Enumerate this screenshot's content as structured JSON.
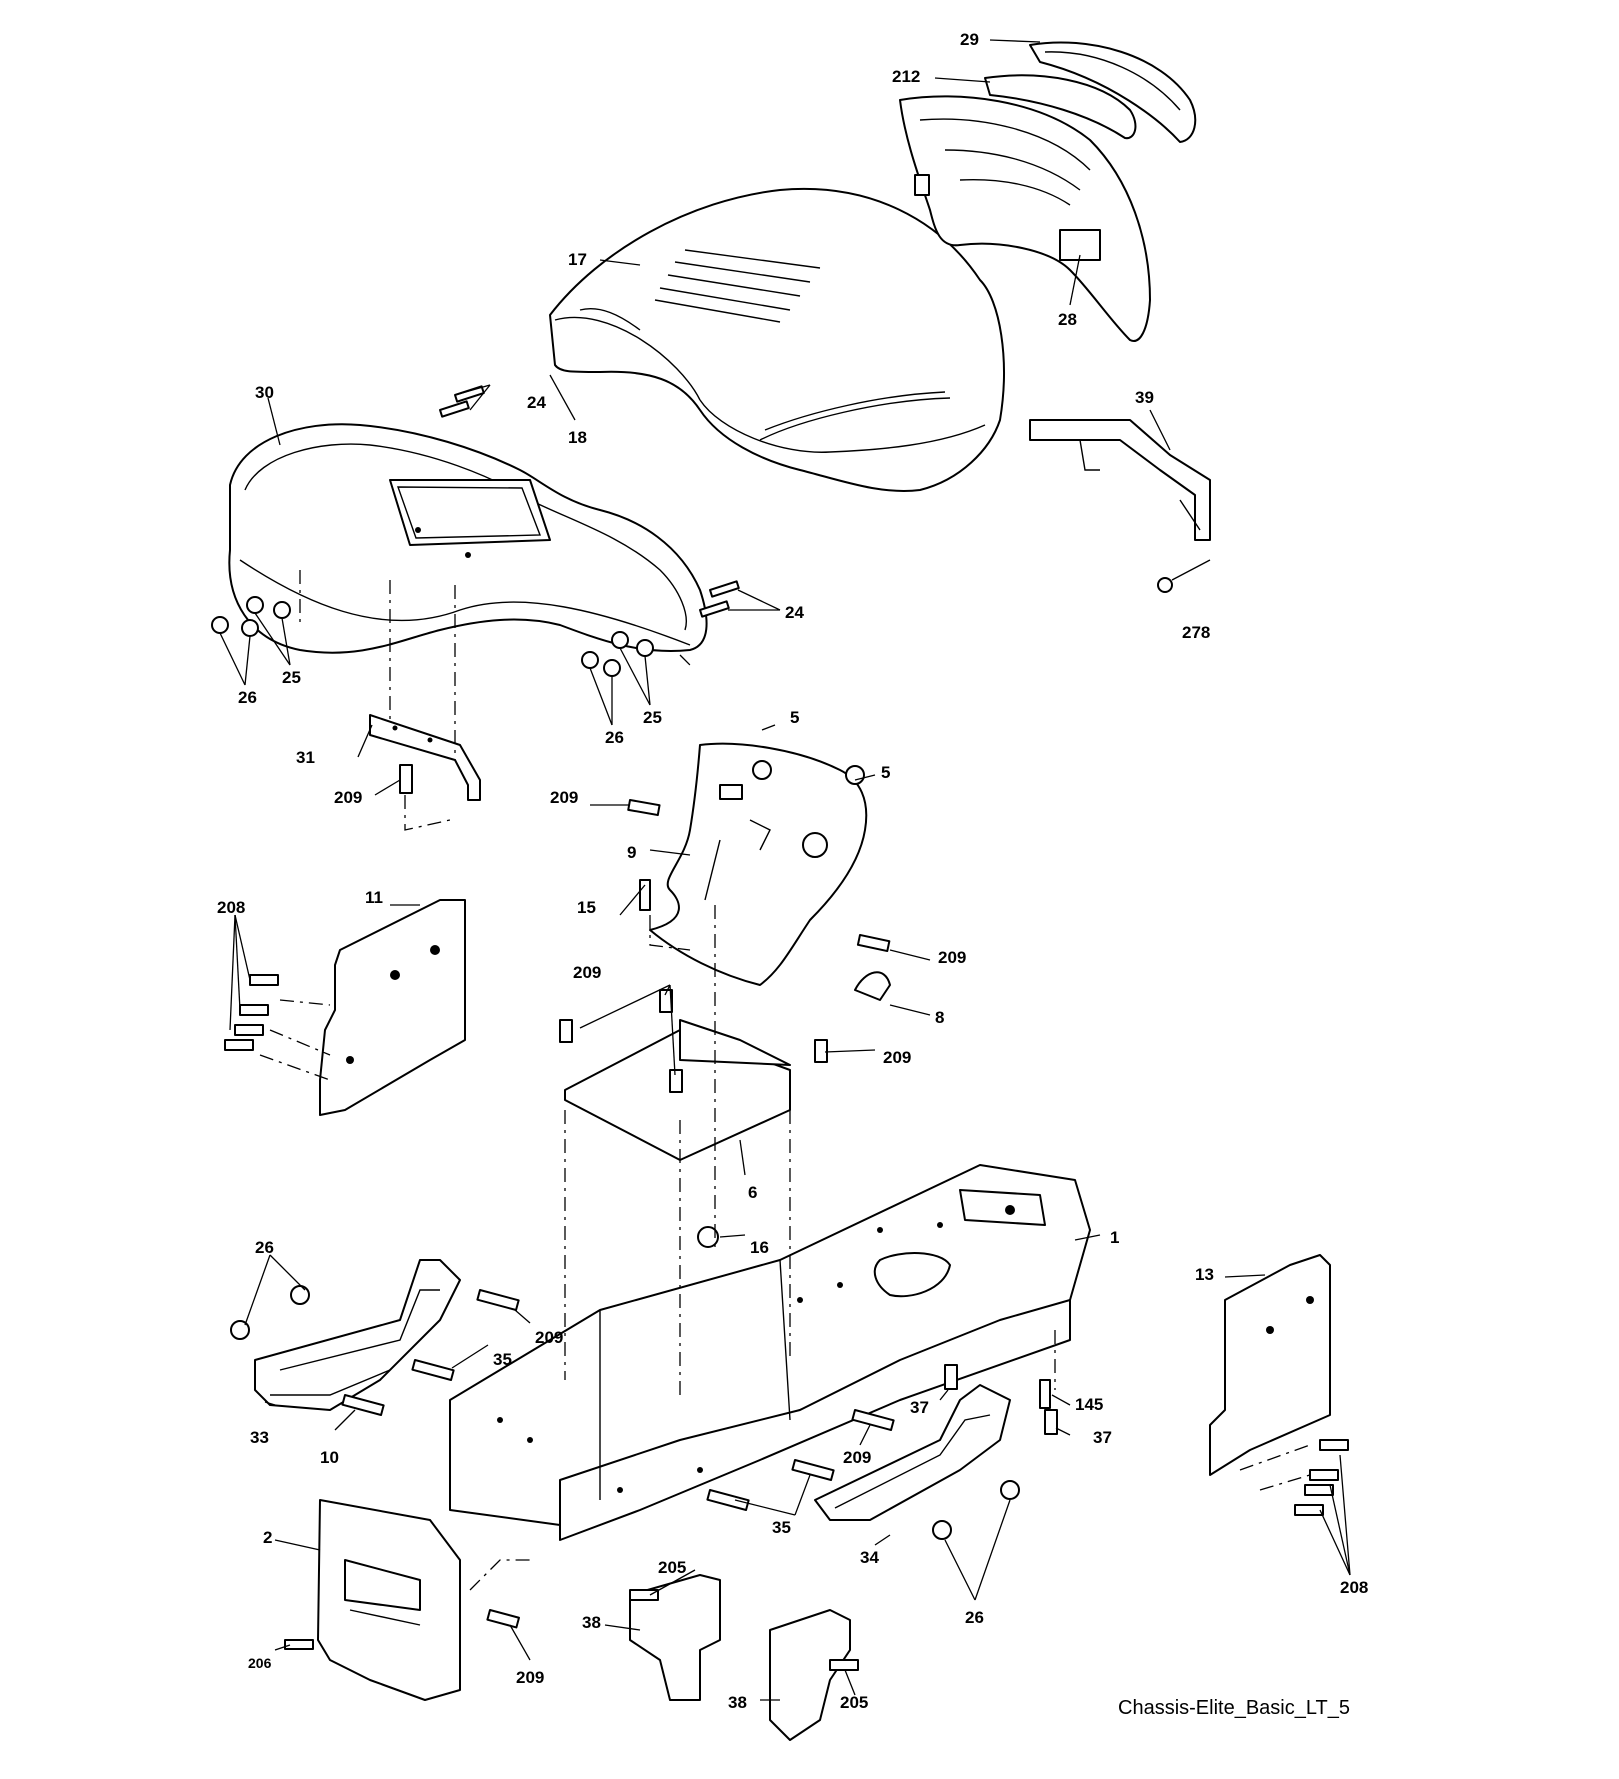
{
  "caption": "Chassis-Elite_Basic_LT_5",
  "callouts": {
    "c29": "29",
    "c212": "212",
    "c17": "17",
    "c28": "28",
    "c30": "30",
    "c24a": "24",
    "c18": "18",
    "c39": "39",
    "c24b": "24",
    "c278": "278",
    "c25a": "25",
    "c26a": "26",
    "c25b": "25",
    "c26b": "26",
    "c5a": "5",
    "c5b": "5",
    "c31": "31",
    "c209a": "209",
    "c209b": "209",
    "c9": "9",
    "c11": "11",
    "c208a": "208",
    "c15": "15",
    "c209c": "209",
    "c209d": "209",
    "c8": "8",
    "c209e": "209",
    "c6": "6",
    "c16": "16",
    "c1": "1",
    "c26c": "26",
    "c13": "13",
    "c209f": "209",
    "c35a": "35",
    "c33": "33",
    "c10": "10",
    "c37a": "37",
    "c145": "145",
    "c37b": "37",
    "c209g": "209",
    "c35b": "35",
    "c34": "34",
    "c208b": "208",
    "c2": "2",
    "c205a": "205",
    "c26d": "26",
    "c38a": "38",
    "c206": "206",
    "c209h": "209",
    "c38b": "38",
    "c205b": "205"
  }
}
